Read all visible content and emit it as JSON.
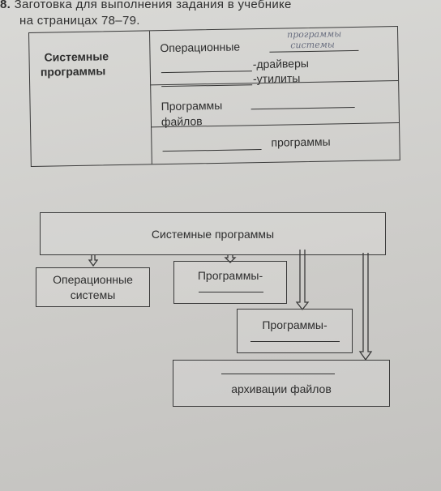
{
  "header": {
    "line1_num": "8.",
    "line1_text": "Заготовка для выполнения задания в учебнике",
    "line2_text": "на страницах 78–79."
  },
  "table": {
    "left_label_line1": "Системные",
    "left_label_line2": "программы",
    "row1_main": "Операционные",
    "row1_hand": "системы",
    "row1_drivers": "-драйверы",
    "row1_utils": "-утилиты",
    "row1_hand2": "программы",
    "row2_line1": "Программы",
    "row2_line2": "файлов",
    "row3_suffix": "программы"
  },
  "diagram": {
    "top": "Системные программы",
    "os_line1": "Операционные",
    "os_line2": "системы",
    "prog1": "Программы-",
    "prog2": "Программы-",
    "archive": "архивации файлов"
  },
  "colors": {
    "paper": "#d3d2cf",
    "ink": "#2e2e2e",
    "pencil": "#6a6f80"
  }
}
